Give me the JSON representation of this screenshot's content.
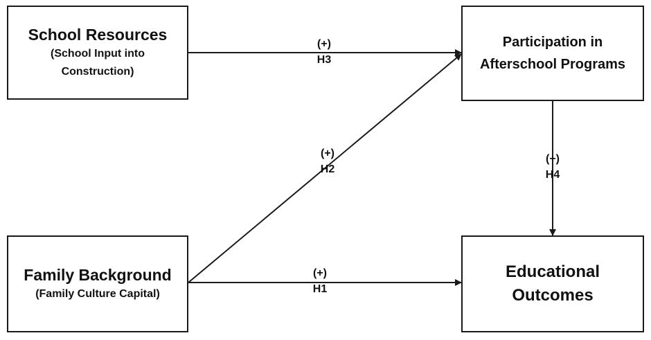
{
  "nodes": {
    "school_resources": {
      "title": "School Resources",
      "subtitle_line1": "(School Input into",
      "subtitle_line2": "Construction)"
    },
    "family_background": {
      "title": "Family Background",
      "subtitle": "(Family Culture Capital)"
    },
    "participation": {
      "title_line1": "Participation in",
      "title_line2": "Afterschool Programs"
    },
    "educational_outcomes": {
      "title_line1": "Educational",
      "title_line2": "Outcomes"
    }
  },
  "hypotheses": {
    "h1": {
      "sign": "(+)",
      "label": "H1"
    },
    "h2": {
      "sign": "(+)",
      "label": "H2"
    },
    "h3": {
      "sign": "(+)",
      "label": "H3"
    },
    "h4": {
      "sign": "(+)",
      "label": "H4"
    }
  },
  "colors": {
    "line": "#1a1a1a",
    "text": "#111111",
    "background": "#ffffff"
  }
}
